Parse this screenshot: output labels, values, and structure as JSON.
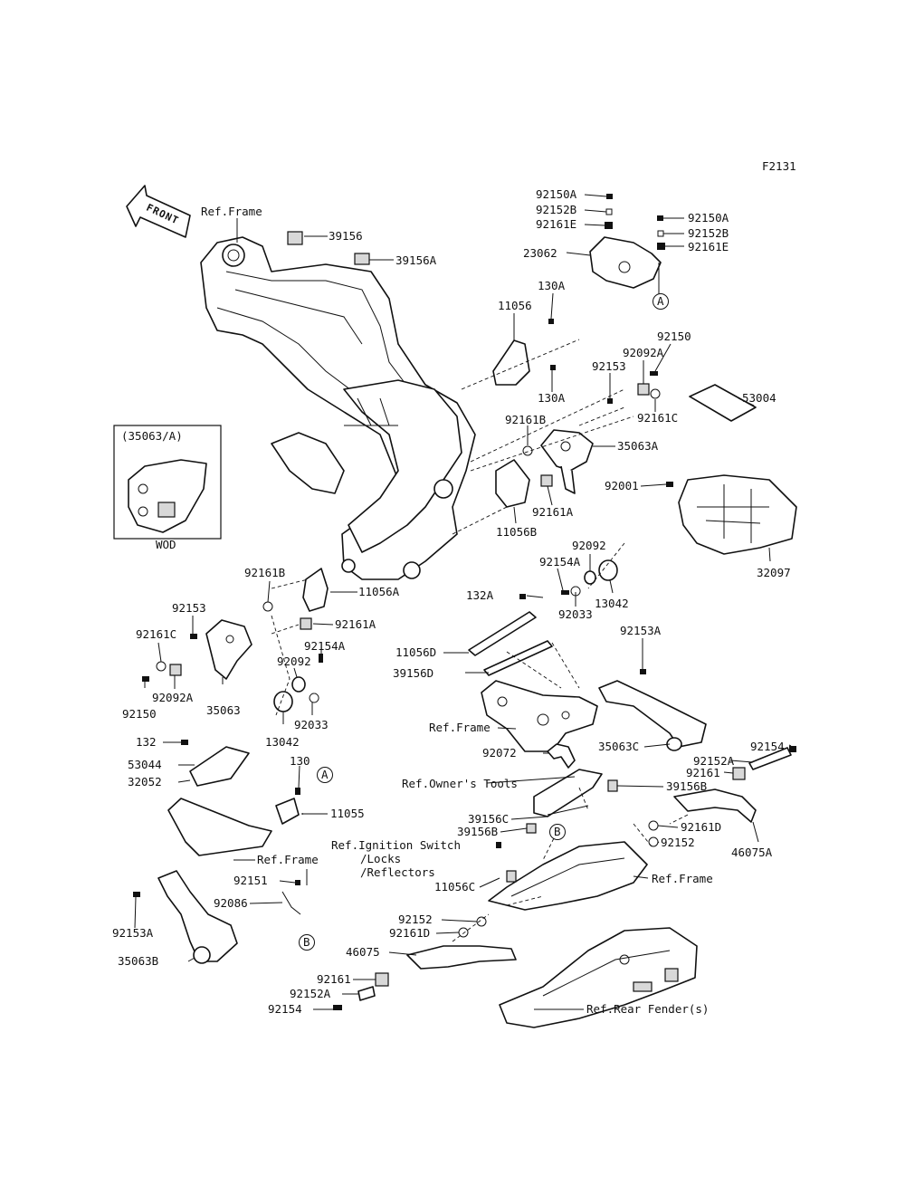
{
  "diagram_code": "F2131",
  "front_arrow": "FRONT",
  "inset": {
    "title": "(35063/A)",
    "caption": "WOD"
  },
  "callouts": {
    "A": "A",
    "B": "B"
  },
  "labels": {
    "ref_frame_top": "Ref.Frame",
    "p39156": "39156",
    "p39156A": "39156A",
    "p92150A_1": "92150A",
    "p92152B_1": "92152B",
    "p92161E_1": "92161E",
    "p92150A_2": "92150A",
    "p92152B_2": "92152B",
    "p92161E_2": "92161E",
    "p23062": "23062",
    "p130A_1": "130A",
    "p11056": "11056",
    "p130A_2": "130A",
    "p92150_r": "92150",
    "p92092A_r": "92092A",
    "p92153_r": "92153",
    "p53004": "53004",
    "p92161C_r": "92161C",
    "p92161B_r": "92161B",
    "p35063A": "35063A",
    "p92001": "92001",
    "p92161A_r": "92161A",
    "p11056B": "11056B",
    "p32097": "32097",
    "p92092_r": "92092",
    "p92154A_r": "92154A",
    "p13042_r": "13042",
    "p92033_r": "92033",
    "p92161B_l": "92161B",
    "p11056A": "11056A",
    "p92153_l": "92153",
    "p92161A_l": "92161A",
    "p92161C_l": "92161C",
    "p92154A_l": "92154A",
    "p92092_l": "92092",
    "p92150_l": "92150",
    "p92092A_l": "92092A",
    "p35063": "35063",
    "p92033_l": "92033",
    "p13042_l": "13042",
    "p132A": "132A",
    "p11056D": "11056D",
    "p39156D": "39156D",
    "p92153A_r": "92153A",
    "ref_frame_mid": "Ref.Frame",
    "p92154_r": "92154",
    "p35063C": "35063C",
    "p92072": "92072",
    "p92152A_r": "92152A",
    "p92161_r": "92161",
    "ref_owners_tools": "Ref.Owner's Tools",
    "p39156B_r": "39156B",
    "p39156C": "39156C",
    "p39156B_l": "39156B",
    "p92161D_r": "92161D",
    "ref_ignition_1": "Ref.Ignition Switch",
    "ref_ignition_2": "/Locks",
    "ref_ignition_3": "/Reflectors",
    "p92152_r": "92152",
    "p46075A": "46075A",
    "p11056C": "11056C",
    "ref_frame_right": "Ref.Frame",
    "p132": "132",
    "p53044": "53044",
    "p32052": "32052",
    "p130": "130",
    "p11055": "11055",
    "ref_frame_left": "Ref.Frame",
    "p92151": "92151",
    "p92086": "92086",
    "p92153A_l": "92153A",
    "p35063B": "35063B",
    "p92152_l": "92152",
    "p92161D_l": "92161D",
    "p46075": "46075",
    "p92161_l": "92161",
    "p92152A_l": "92152A",
    "p92154_l": "92154",
    "ref_rear_fender": "Ref.Rear Fender(s)"
  }
}
